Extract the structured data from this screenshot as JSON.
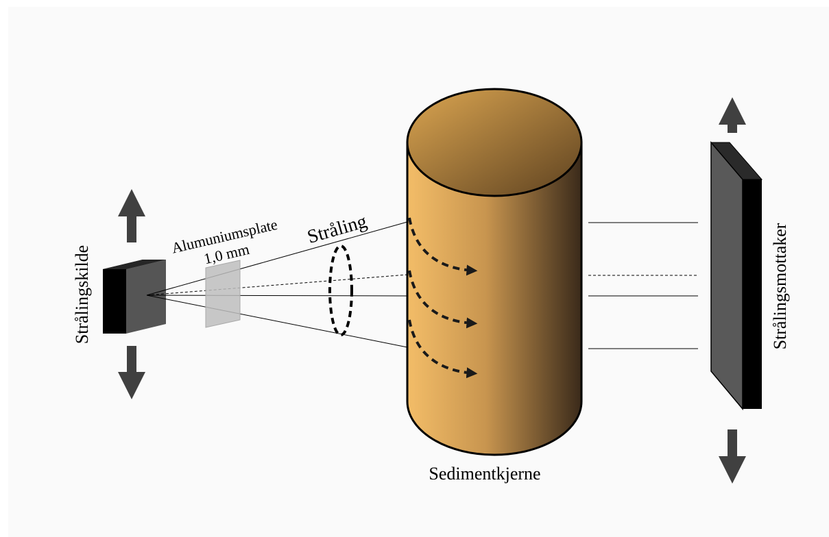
{
  "labels": {
    "source": "Strålingskilde",
    "plate_line1": "Alumuniumsplate",
    "plate_line2": "1,0 mm",
    "radiation": "Stråling",
    "core": "Sedimentkjerne",
    "receiver": "Strålingsmottaker"
  },
  "colors": {
    "background": "#fafafa",
    "core_light": "#f3bd68",
    "core_dark": "#3a2a1a",
    "core_top_light": "#d9a24f",
    "core_top_dark": "#6b4b25",
    "source_front": "#555555",
    "source_side": "#000000",
    "plate": "#bdbdbd",
    "receiver_front": "#595959",
    "receiver_side": "#000000",
    "arrows": "#404040"
  }
}
